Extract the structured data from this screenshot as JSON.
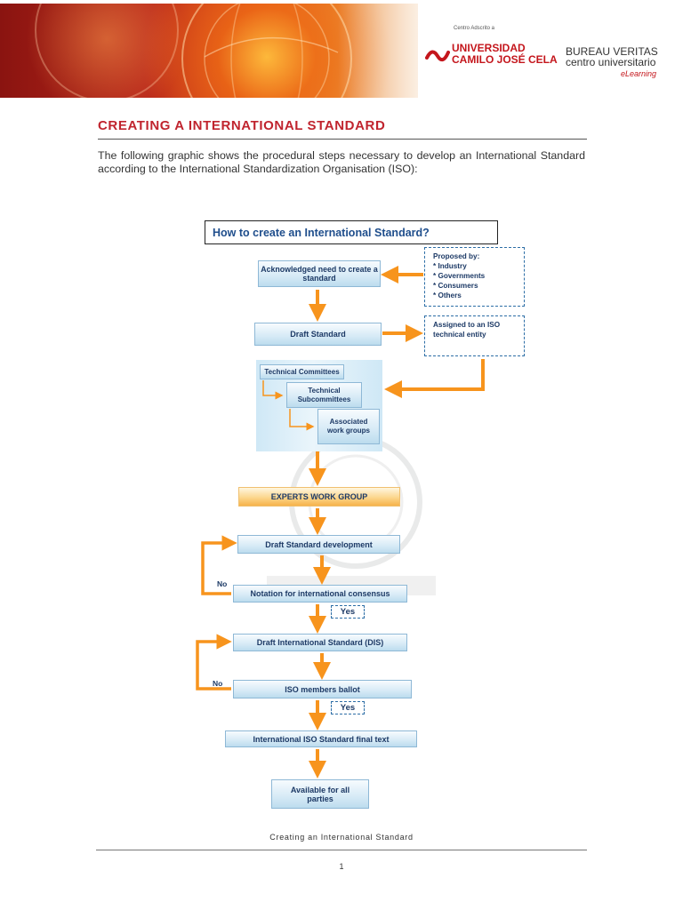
{
  "header": {
    "centro_label": "Centro Adscrito a",
    "ucjc_line1": "UNIVERSIDAD",
    "ucjc_line2": "CAMILO JOSÉ CELA",
    "bv_line1": "BUREAU VERITAS",
    "bv_line2": "centro universitario",
    "bv_line3": "eLearning"
  },
  "document": {
    "title": "CREATING A INTERNATIONAL STANDARD",
    "intro": "The following graphic shows the procedural steps necessary to develop an International Standard according to the International Standardization Organisation (ISO):",
    "caption": "Creating an International Standard",
    "page_number": "1"
  },
  "diagram": {
    "heading": "How to create an International Standard?",
    "step_acknowledged": "Acknowledged need to create a standard",
    "proposed_by": {
      "title": "Proposed by:",
      "items": [
        "* Industry",
        "* Governments",
        "* Consumers",
        "* Others"
      ]
    },
    "step_draft_standard": "Draft Standard",
    "assigned": "Assigned to an ISO technical entity",
    "technical_committees": "Technical Committees",
    "technical_subcommittees": "Technical Subcommittees",
    "associated_work_groups": "Associated work groups",
    "experts_work_group": "EXPERTS WORK GROUP",
    "draft_standard_development": "Draft Standard development",
    "notation_consensus": "Notation for international consensus",
    "no_label_1": "No",
    "yes_label_1": "Yes",
    "draft_international_standard": "Draft International Standard (DIS)",
    "iso_members_ballot": "ISO members ballot",
    "no_label_2": "No",
    "yes_label_2": "Yes",
    "final_text": "International ISO Standard final text",
    "available": "Available for all parties"
  },
  "colors": {
    "title_red": "#c0242e",
    "arrow_orange": "#f7941d",
    "box_text_blue": "#1d3a66",
    "dashed_blue": "#2d6ea6"
  }
}
